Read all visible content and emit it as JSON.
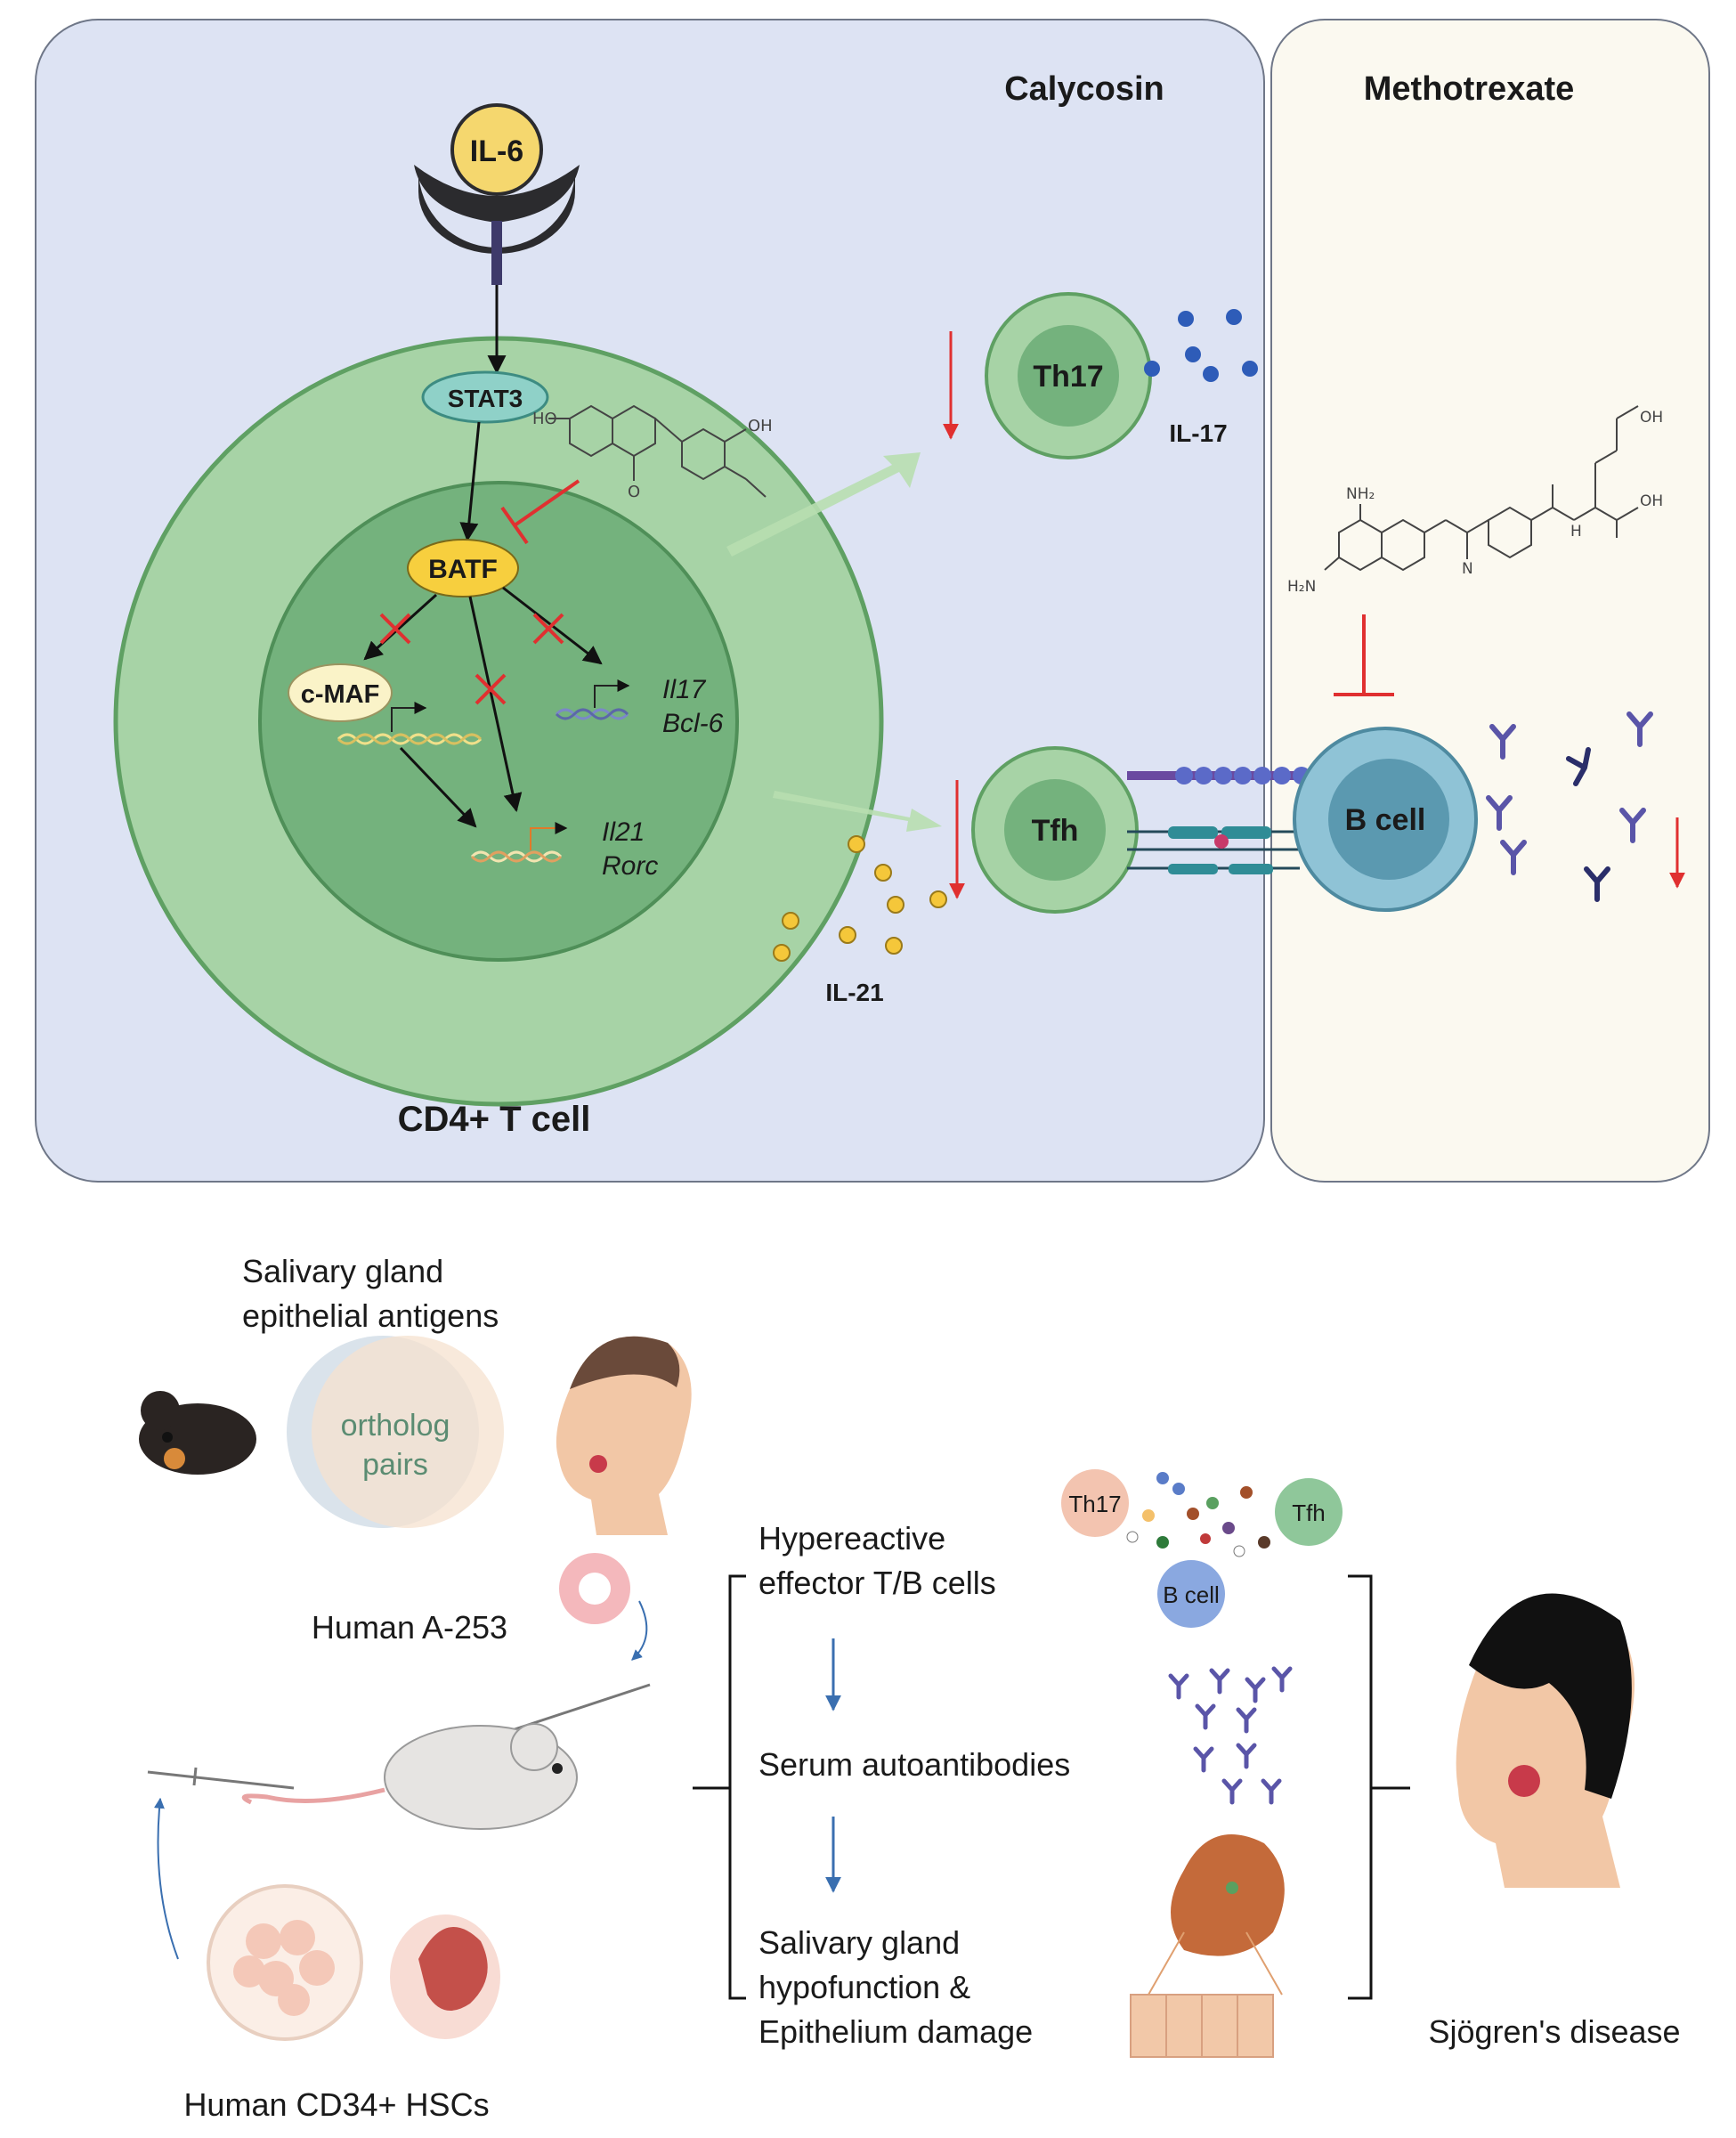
{
  "top": {
    "calycosin_title": "Calycosin",
    "methotrexate_title": "Methotrexate",
    "cell_label": "CD4+ T cell",
    "il6": "IL-6",
    "stat3": "STAT3",
    "batf": "BATF",
    "cmaf": "c-MAF",
    "gene_il17": "Il17",
    "gene_bcl6": "Bcl-6",
    "gene_il21": "Il21",
    "gene_rorc": "Rorc",
    "th17": "Th17",
    "il17": "IL-17",
    "tfh": "Tfh",
    "il21": "IL-21",
    "bcell": "B cell",
    "chem": {
      "ho": "HO",
      "oh": "OH",
      "o": "O",
      "nh2": "NH₂",
      "h2n": "H₂N",
      "n": "N",
      "h": "H",
      "oh_cooh": "OH"
    }
  },
  "bottom": {
    "antigens_line1": "Salivary gland",
    "antigens_line2": "epithelial antigens",
    "ortholog_line1": "ortholog",
    "ortholog_line2": "pairs",
    "a253": "Human A-253",
    "hscs": "Human CD34+ HSCs",
    "step1_line1": "Hypereactive",
    "step1_line2": "effector T/B cells",
    "step2": "Serum autoantibodies",
    "step3_line1": "Salivary gland",
    "step3_line2": "hypofunction &",
    "step3_line3": "Epithelium damage",
    "th17": "Th17",
    "tfh": "Tfh",
    "bcell": "B cell",
    "disease": "Sjögren's disease"
  },
  "colors": {
    "panel_left": "#dde3f3",
    "panel_right": "#fbf9f0",
    "cell_outer": "#a7d3a6",
    "cell_inner": "#74b27d",
    "inhibit": "#e03030",
    "arrow_down": "#3a6fb0",
    "bcell": "#8fc3d6"
  }
}
